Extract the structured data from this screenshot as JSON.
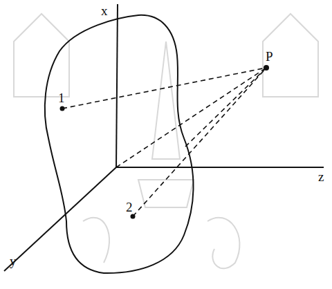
{
  "diagram": {
    "labels": [
      "x",
      "y",
      "z",
      "P",
      "1",
      "2"
    ]
  }
}
